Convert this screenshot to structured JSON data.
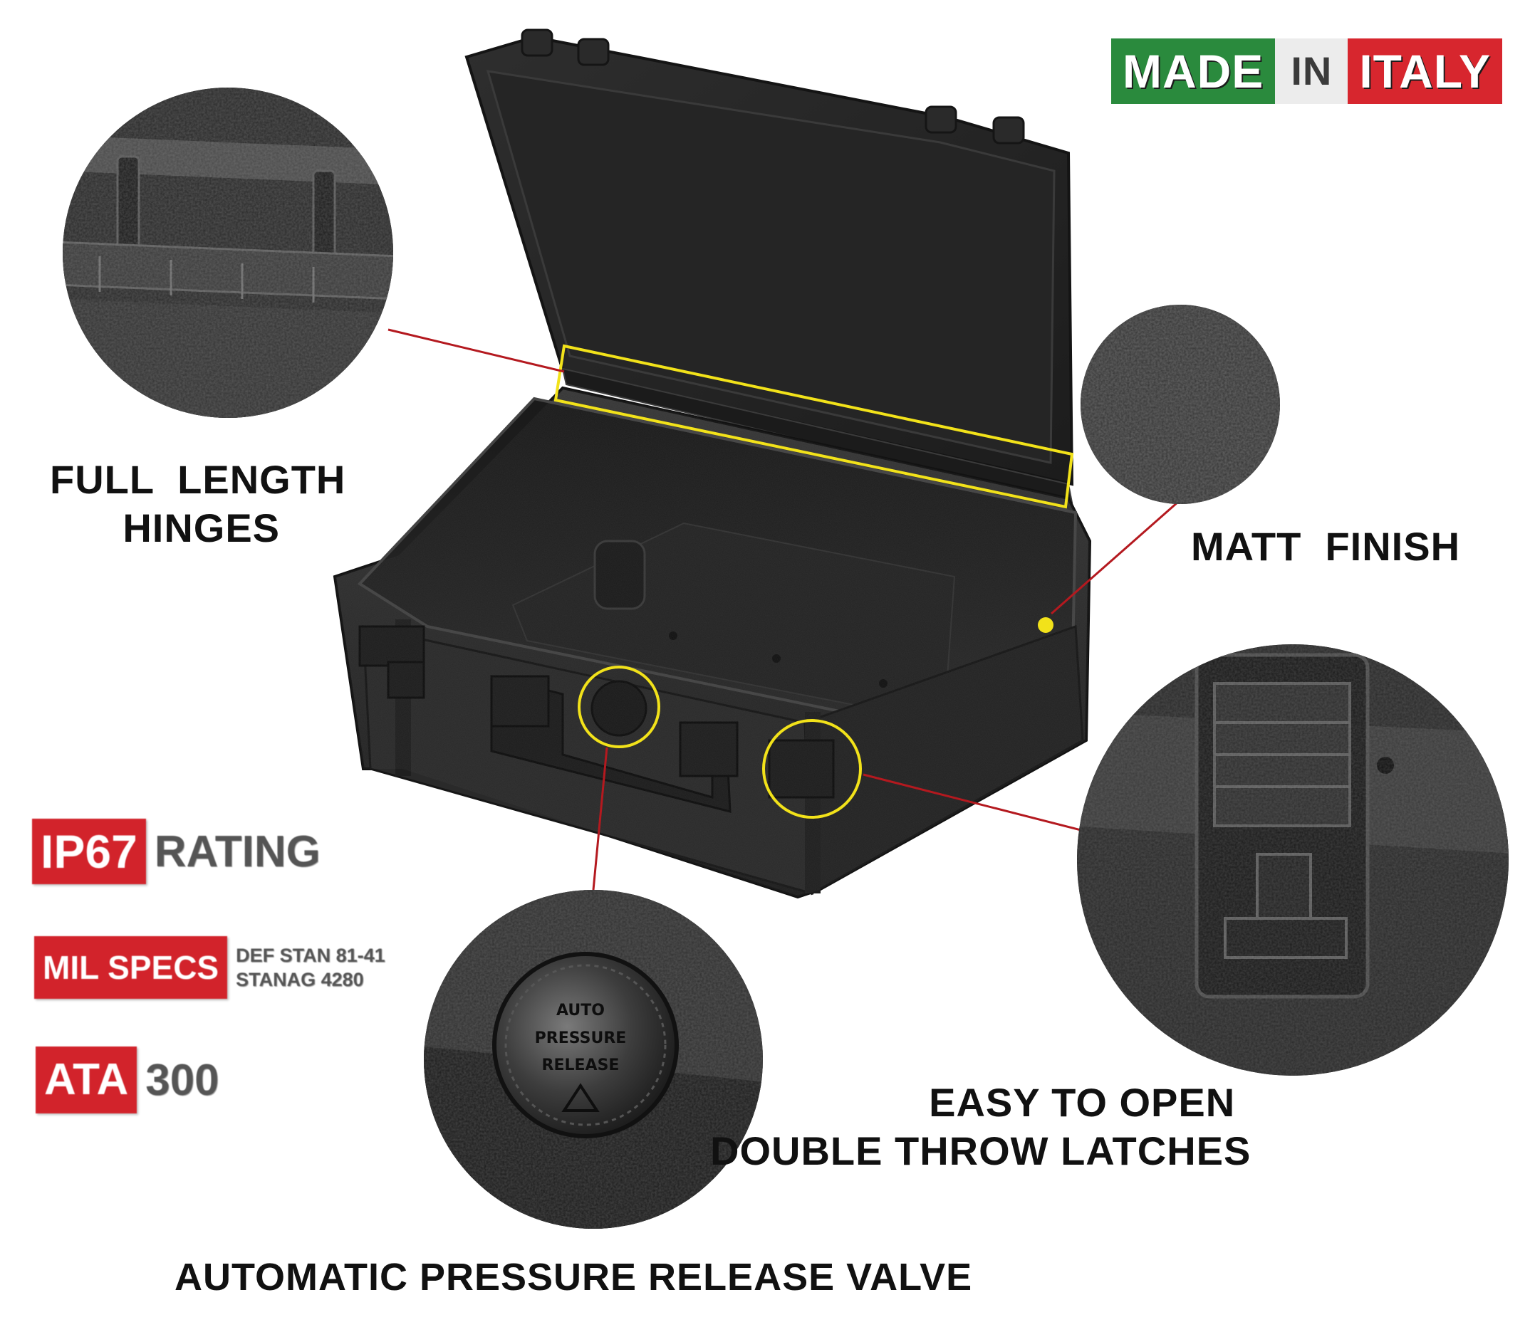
{
  "badge": {
    "made": "MADE",
    "in": "IN",
    "italy": "ITALY",
    "colors": {
      "green": "#2a8a3d",
      "white": "#ececec",
      "red": "#d7262e"
    }
  },
  "features": {
    "hinges": {
      "line1": "FULL  LENGTH",
      "line2": "HINGES"
    },
    "finish": {
      "line1": "MATT  FINISH"
    },
    "latches": {
      "line1": "EASY TO OPEN",
      "line2": "DOUBLE THROW LATCHES"
    },
    "valve": {
      "line1": "AUTOMATIC PRESSURE RELEASE VALVE"
    }
  },
  "valve_embossed": {
    "line1": "AUTO",
    "line2": "PRESSURE",
    "line3": "RELEASE"
  },
  "specs": {
    "ip": {
      "tag": "IP67",
      "rest": "RATING"
    },
    "mil": {
      "tag": "MIL SPECS",
      "line1": "DEF STAN 81-41",
      "line2": "STANAG 4280"
    },
    "ata": {
      "tag": "ATA",
      "rest": "300"
    }
  },
  "colors": {
    "callout_line": "#b4191f",
    "highlight": "#f2e21a",
    "case": "#2b2b2b",
    "spec_red": "#d2232b"
  }
}
